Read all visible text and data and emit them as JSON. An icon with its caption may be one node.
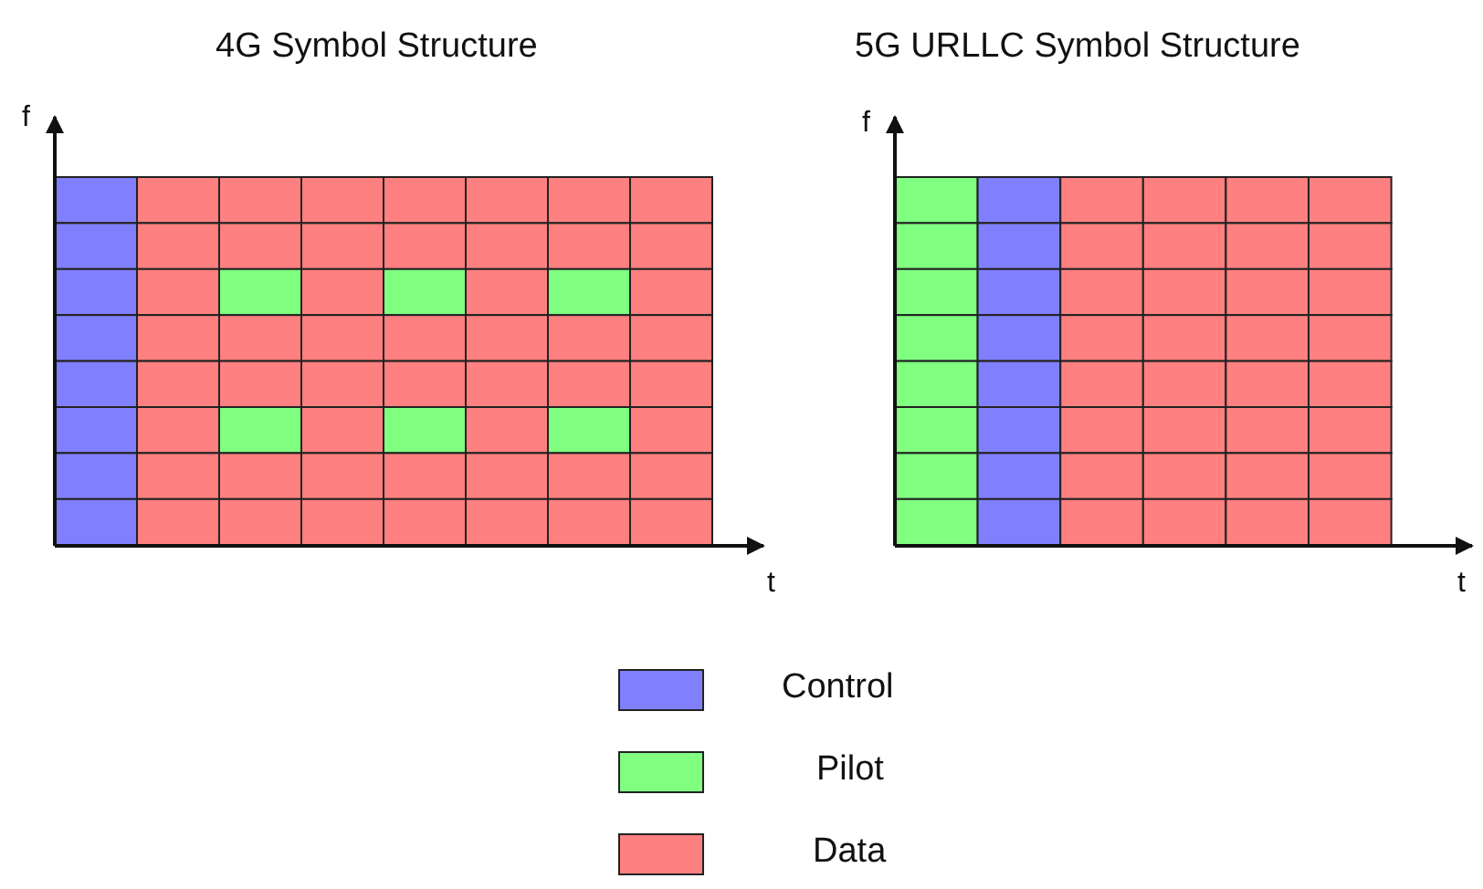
{
  "diagram": {
    "labels": [
      "4G Symbol Structure",
      "5G URLLC Symbol Structure",
      "f",
      "t",
      "f",
      "t"
    ],
    "legend": [
      {
        "text": "Control",
        "color": "#8080ff"
      },
      {
        "text": "Pilot",
        "color": "#80ff80"
      },
      {
        "text": "Data",
        "color": "#ff8080"
      }
    ]
  }
}
